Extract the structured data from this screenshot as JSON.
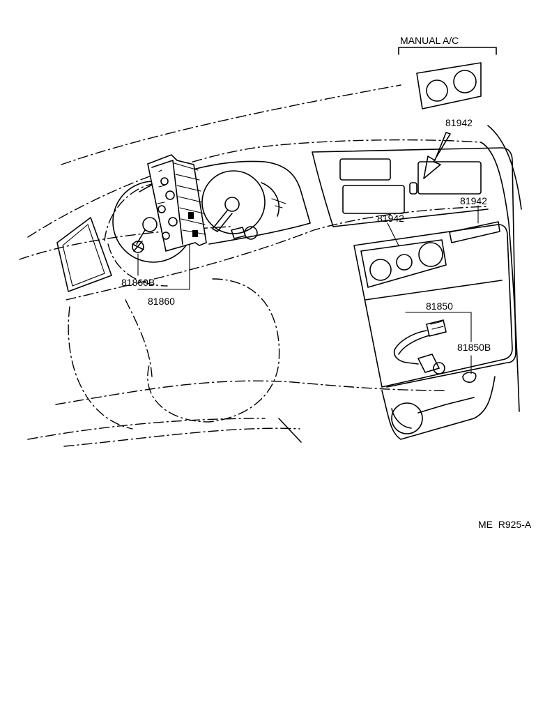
{
  "diagram": {
    "group_label": "MANUAL A/C",
    "drawing_code": "ME  R925-A",
    "callouts": {
      "ac_panel_manual": "81942",
      "ac_panel_center": "81942",
      "ac_panel_right": "81942",
      "meter_bulb": "81860B",
      "meter_assembly": "81860",
      "heater_bulb_assembly": "81850",
      "heater_bulb": "81850B"
    }
  }
}
